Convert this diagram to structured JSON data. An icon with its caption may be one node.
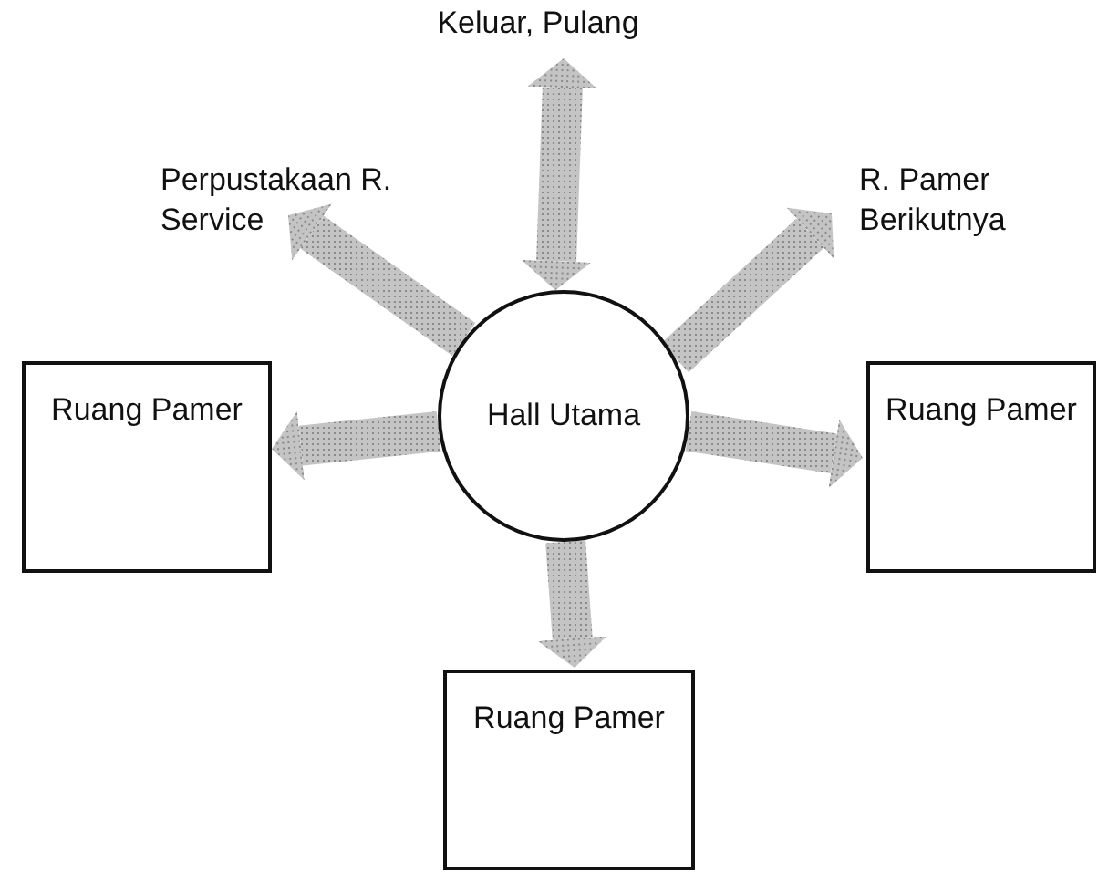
{
  "diagram": {
    "nodes": [
      {
        "text": [
          "Keluar, Pulang"
        ]
      },
      {
        "text": [
          "Perpustakaan R. Service"
        ]
      },
      {
        "text": [
          "R. Pamer Berikutnya"
        ]
      },
      {
        "text": [
          "Ruang Pamer"
        ]
      },
      {
        "text": [
          "Hall Utama"
        ]
      },
      {
        "text": [
          "Ruang Pamer"
        ]
      },
      {
        "text": [
          "Ruang Pamer"
        ]
      }
    ],
    "edges": [
      {
        "from": 4,
        "to": 0,
        "arrow": "both"
      },
      {
        "from": 4,
        "to": 1,
        "arrow": "to"
      },
      {
        "from": 4,
        "to": 2,
        "arrow": "to"
      },
      {
        "from": 4,
        "to": 3,
        "arrow": "to"
      },
      {
        "from": 4,
        "to": 5,
        "arrow": "to"
      },
      {
        "from": 4,
        "to": 6,
        "arrow": "to"
      }
    ]
  }
}
